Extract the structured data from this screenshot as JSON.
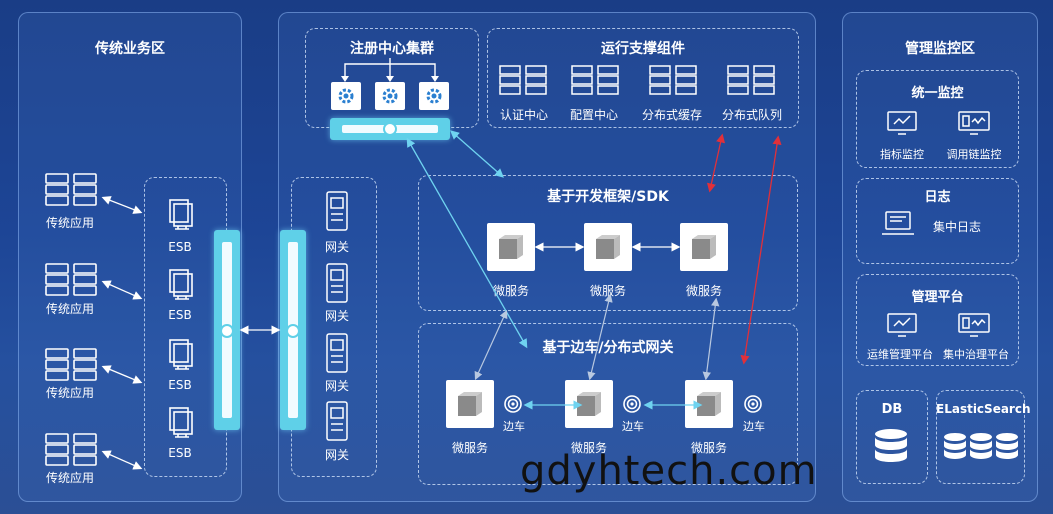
{
  "left_panel": {
    "title": "传统业务区",
    "apps": [
      "传统应用",
      "传统应用",
      "传统应用",
      "传统应用"
    ],
    "esb": [
      "ESB",
      "ESB",
      "ESB",
      "ESB"
    ]
  },
  "middle_panel": {
    "registry_title": "注册中心集群",
    "support_title": "运行支撑组件",
    "support_items": [
      "认证中心",
      "配置中心",
      "分布式缓存",
      "分布式队列"
    ],
    "gateways": [
      "网关",
      "网关",
      "网关",
      "网关"
    ],
    "sdk_title": "基于开发框架/SDK",
    "sdk_services": [
      "微服务",
      "微服务",
      "微服务"
    ],
    "edge_title": "基于边车/分布式网关",
    "edge_services": [
      "微服务",
      "微服务",
      "微服务"
    ],
    "sidecars": [
      "边车",
      "边车",
      "边车"
    ]
  },
  "right_panel": {
    "title": "管理监控区",
    "monitor_title": "统一监控",
    "monitor_items": [
      "指标监控",
      "调用链监控"
    ],
    "log_title": "日志",
    "log_item": "集中日志",
    "mgmt_title": "管理平台",
    "mgmt_items": [
      "运维管理平台",
      "集中治理平台"
    ],
    "db_title": "DB",
    "es_title": "ELasticSearch"
  },
  "watermark": "gdyhtech.com",
  "colors": {
    "background": "#1d4596",
    "bar": "#5fd0e8",
    "arrow_blue": "#6fd3f0",
    "arrow_red": "#e0303a"
  }
}
